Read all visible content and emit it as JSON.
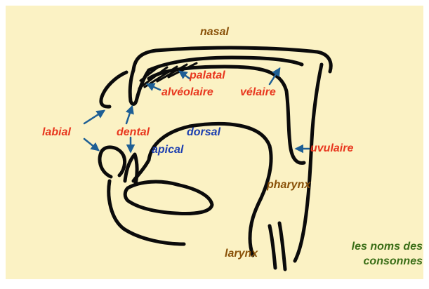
{
  "colors": {
    "background": "#fbf2c4",
    "anatomy": "#8a5209",
    "place": "#e8371e",
    "tongue_part": "#1d3fb0",
    "caption": "#3a6e17",
    "arrow": "#1e5f95",
    "outline": "#0b0b0b"
  },
  "labels": {
    "nasal": "nasal",
    "palatal": "palatal",
    "alveolaire": "alvéolaire",
    "velaire": "vélaire",
    "labial": "labial",
    "dental": "dental",
    "dorsal": "dorsal",
    "apical": "apical",
    "uvulaire": "uvulaire",
    "pharynx": "pharynx",
    "larynx": "larynx"
  },
  "caption": {
    "line1": "les noms des",
    "line2": "consonnes"
  }
}
